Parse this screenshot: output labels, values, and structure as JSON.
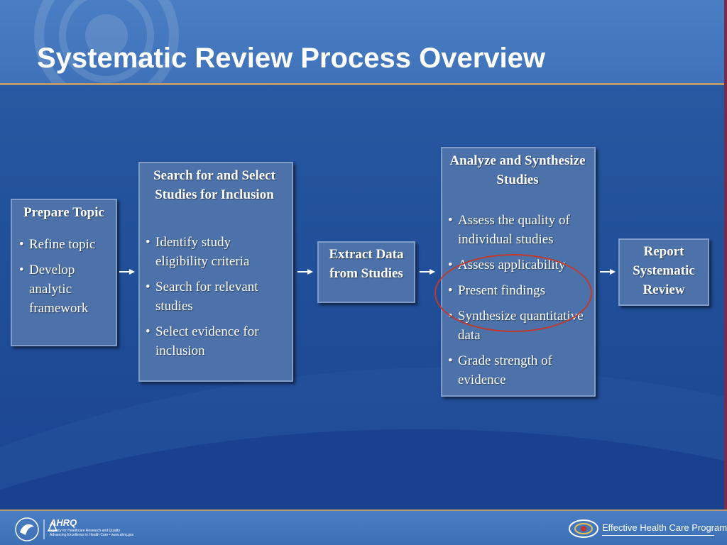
{
  "slide": {
    "title": "Systematic Review Process Overview"
  },
  "steps": [
    {
      "title": "Prepare Topic",
      "bullets": [
        "Refine topic",
        "Develop analytic framework"
      ]
    },
    {
      "title": "Search for and Select Studies for Inclusion",
      "bullets": [
        "Identify study eligibility criteria",
        "Search for relevant studies",
        "Select evidence for inclusion"
      ]
    },
    {
      "title": "Extract Data from Studies",
      "bullets": []
    },
    {
      "title": "Analyze and Synthesize Studies",
      "bullets": [
        "Assess the quality of individual studies",
        "Assess applicability",
        "Present findings",
        "Synthesize quantitative data",
        "Grade strength of evidence"
      ]
    },
    {
      "title": "Report Systematic Review",
      "bullets": []
    }
  ],
  "bullet_glyph": "•",
  "highlight": {
    "color": "#c0392b",
    "target": "Present findings"
  },
  "footer": {
    "ahrq_logo_text": "AHRQ",
    "ahrq_tagline": "Agency for Healthcare Research and Quality",
    "ahrq_subline": "Advancing Excellence in Health Care • www.ahrq.gov",
    "program_name": "Effective Health Care Program"
  },
  "colors": {
    "background": "#1f4b96",
    "header": "#3f72b9",
    "box_fill": "#4d72aa",
    "accent_rule": "#b89a6a"
  }
}
